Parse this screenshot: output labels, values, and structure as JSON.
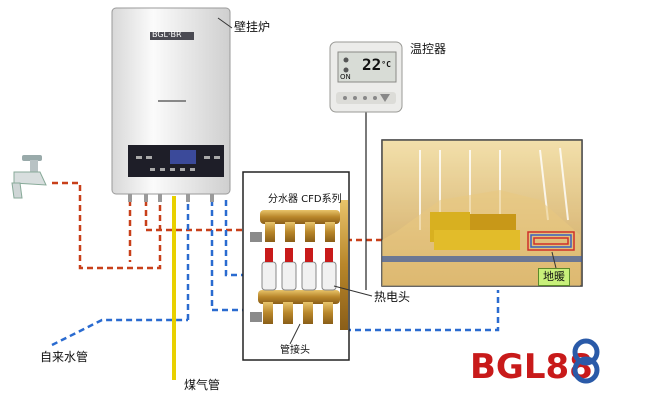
{
  "labels": {
    "boiler": "壁挂炉",
    "thermostat": "温控器",
    "manifold_title": "分水器 CFD系列",
    "thermal_head": "热电头",
    "pipe_connector": "管接头",
    "tap_water_pipe": "自来水管",
    "gas_pipe": "煤气管",
    "floor_heating": "地暖"
  },
  "boiler_brand": "BGL·BR",
  "thermostat_display": {
    "temperature": "22",
    "unit": "°C",
    "mode": "ON"
  },
  "logo": "BGL88",
  "colors": {
    "hot_water_pipe": "#c8401a",
    "return_pipe": "#2a6bd0",
    "gas_pipe": "#e8d000",
    "boiler_body": "#f2f2f2",
    "floor_heating_tag": "#c8f07a",
    "logo_red": "#c81a1a",
    "logo_blue": "#2a5aa8"
  }
}
